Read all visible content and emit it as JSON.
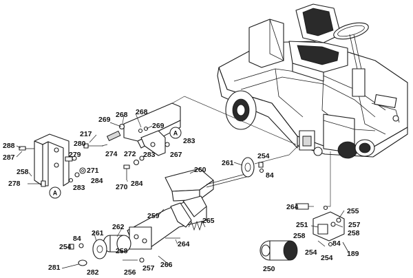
{
  "callouts": {
    "p288": "288",
    "p287": "287",
    "p258a": "258",
    "p278": "278",
    "p217": "217",
    "p280": "280",
    "p279": "279",
    "p271": "271",
    "p283a": "283",
    "p284a": "284",
    "p269a": "269",
    "p268a": "268",
    "p268b": "268",
    "p269b": "269",
    "p274": "274",
    "p272": "272",
    "p283b": "283",
    "p267": "267",
    "p270": "270",
    "p284b": "284",
    "p283c": "283",
    "p260": "260",
    "p261a": "261",
    "p254a": "254",
    "p84a": "84",
    "p259": "259",
    "p262": "262",
    "p265": "265",
    "p84b": "84",
    "p261b": "261",
    "p254b": "254",
    "p258b": "258",
    "p264a": "264",
    "p281": "281",
    "p282": "282",
    "p256": "256",
    "p257a": "257",
    "p266": "266",
    "p264b": "264",
    "p255": "255",
    "p251": "251",
    "p257b": "257",
    "p258c": "258",
    "p258d": "258",
    "p84c": "84",
    "p254c": "254",
    "p254d": "254",
    "p189": "189",
    "p250": "250"
  },
  "references": {
    "a1": "A",
    "a2": "A"
  }
}
